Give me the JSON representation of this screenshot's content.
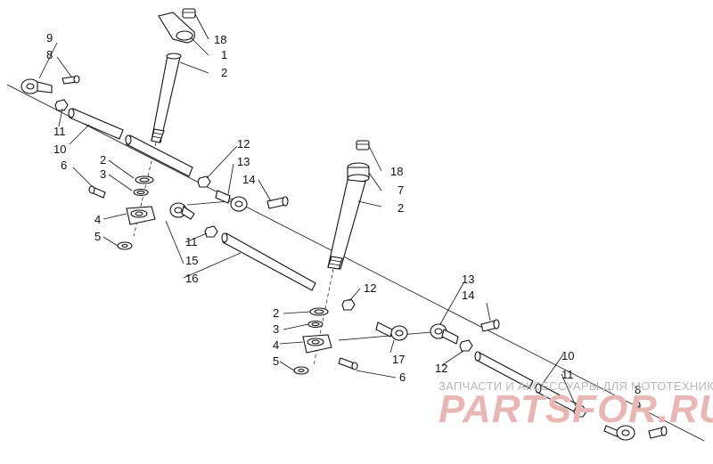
{
  "diagram": {
    "callouts": [
      {
        "id": "c1",
        "text": "18"
      },
      {
        "id": "c2",
        "text": "1"
      },
      {
        "id": "c3",
        "text": "2"
      },
      {
        "id": "c4",
        "text": "9"
      },
      {
        "id": "c5",
        "text": "8"
      },
      {
        "id": "c6",
        "text": "11"
      },
      {
        "id": "c7",
        "text": "10"
      },
      {
        "id": "c8",
        "text": "12"
      },
      {
        "id": "c9",
        "text": "13"
      },
      {
        "id": "c10",
        "text": "14"
      },
      {
        "id": "c11",
        "text": "2"
      },
      {
        "id": "c12",
        "text": "3"
      },
      {
        "id": "c13",
        "text": "6"
      },
      {
        "id": "c14",
        "text": "4"
      },
      {
        "id": "c15",
        "text": "5"
      },
      {
        "id": "c16",
        "text": "11"
      },
      {
        "id": "c17",
        "text": "15"
      },
      {
        "id": "c18",
        "text": "16"
      },
      {
        "id": "c19",
        "text": "18"
      },
      {
        "id": "c20",
        "text": "7"
      },
      {
        "id": "c21",
        "text": "2"
      },
      {
        "id": "c22",
        "text": "12"
      },
      {
        "id": "c23",
        "text": "2"
      },
      {
        "id": "c24",
        "text": "3"
      },
      {
        "id": "c25",
        "text": "4"
      },
      {
        "id": "c26",
        "text": "5"
      },
      {
        "id": "c27",
        "text": "17"
      },
      {
        "id": "c28",
        "text": "6"
      },
      {
        "id": "c29",
        "text": "13"
      },
      {
        "id": "c30",
        "text": "14"
      },
      {
        "id": "c31",
        "text": "12"
      },
      {
        "id": "c32",
        "text": "10"
      },
      {
        "id": "c33",
        "text": "11"
      },
      {
        "id": "c34",
        "text": "8"
      },
      {
        "id": "c35",
        "text": "9"
      }
    ]
  },
  "watermark": {
    "tagline": "ЗАПЧАСТИ И АКСЕССУАРЫ ДЛЯ МОТОТЕХНИКИ",
    "brand": "PARTSFOR.RU"
  }
}
